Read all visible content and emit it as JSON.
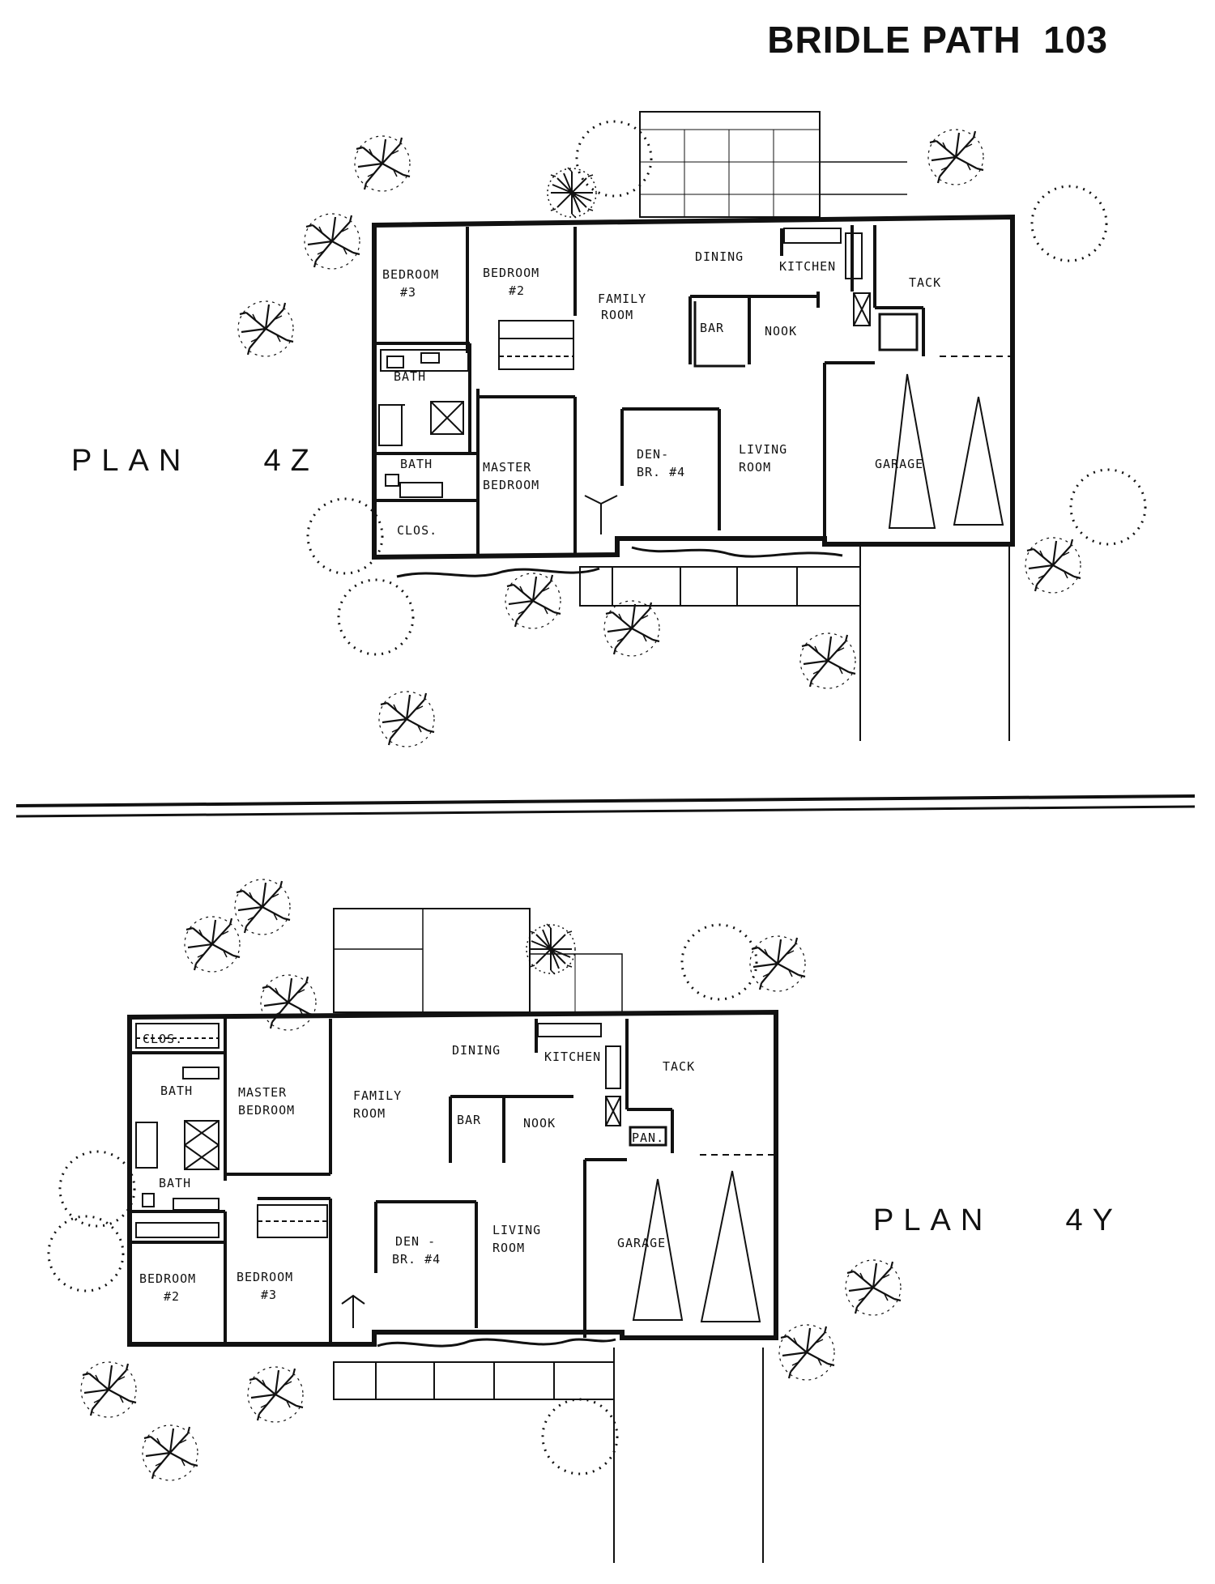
{
  "header": {
    "subdivision": "BRIDLE PATH",
    "page_number": "103"
  },
  "plan_top": {
    "label": "PLAN",
    "code": "4Z",
    "rooms": {
      "bedroom3": "BEDROOM",
      "bedroom3_num": "#3",
      "bedroom2": "BEDROOM",
      "bedroom2_num": "#2",
      "family": "FAMILY",
      "family2": "ROOM",
      "dining": "DINING",
      "kitchen": "KITCHEN",
      "tack": "TACK",
      "bar": "BAR",
      "nook": "NOOK",
      "bath1": "BATH",
      "bath2": "BATH",
      "master": "MASTER",
      "master2": "BEDROOM",
      "den": "DEN-",
      "den2": "BR. #4",
      "living": "LIVING",
      "living2": "ROOM",
      "garage": "GARAGE",
      "clos": "CLOS."
    }
  },
  "plan_bottom": {
    "label": "PLAN",
    "code": "4Y",
    "rooms": {
      "clos": "CLOS.",
      "bath1": "BATH",
      "master": "MASTER",
      "master2": "BEDROOM",
      "family": "FAMILY",
      "family2": "ROOM",
      "dining": "DINING",
      "kitchen": "KITCHEN",
      "tack": "TACK",
      "bar": "BAR",
      "nook": "NOOK",
      "pan": "PAN.",
      "bath2": "BATH",
      "den": "DEN -",
      "den2": "BR. #4",
      "living": "LIVING",
      "living2": "ROOM",
      "garage": "GARAGE",
      "bedroom2": "BEDROOM",
      "bedroom2_num": "#2",
      "bedroom3": "BEDROOM",
      "bedroom3_num": "#3"
    }
  }
}
